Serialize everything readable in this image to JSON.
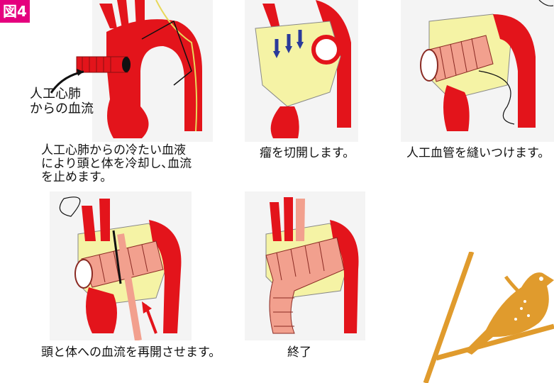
{
  "figure_label": "図4",
  "panels": [
    {
      "caption": "人工心肺からの冷たい血液\nにより頭と体を冷却し､血流\nを止めます。",
      "callout": "人工心肺\nからの血流"
    },
    {
      "caption": "瘤を切開します。"
    },
    {
      "caption": "人工血管を縫いつけます。"
    },
    {
      "caption": "頭と体への血流を再開させます。"
    },
    {
      "caption": "終了"
    }
  ],
  "colors": {
    "aorta_red": "#e3141b",
    "patch_yellow": "#f5f3a5",
    "graft_pink": "#f2a08e",
    "graft_stripe": "#8a2a23",
    "label_magenta": "#e5007e",
    "bird_orange": "#e09b2d",
    "arrow_blue": "#2a3a9a"
  },
  "decoration": {
    "icon": "bird-on-branch-icon"
  }
}
